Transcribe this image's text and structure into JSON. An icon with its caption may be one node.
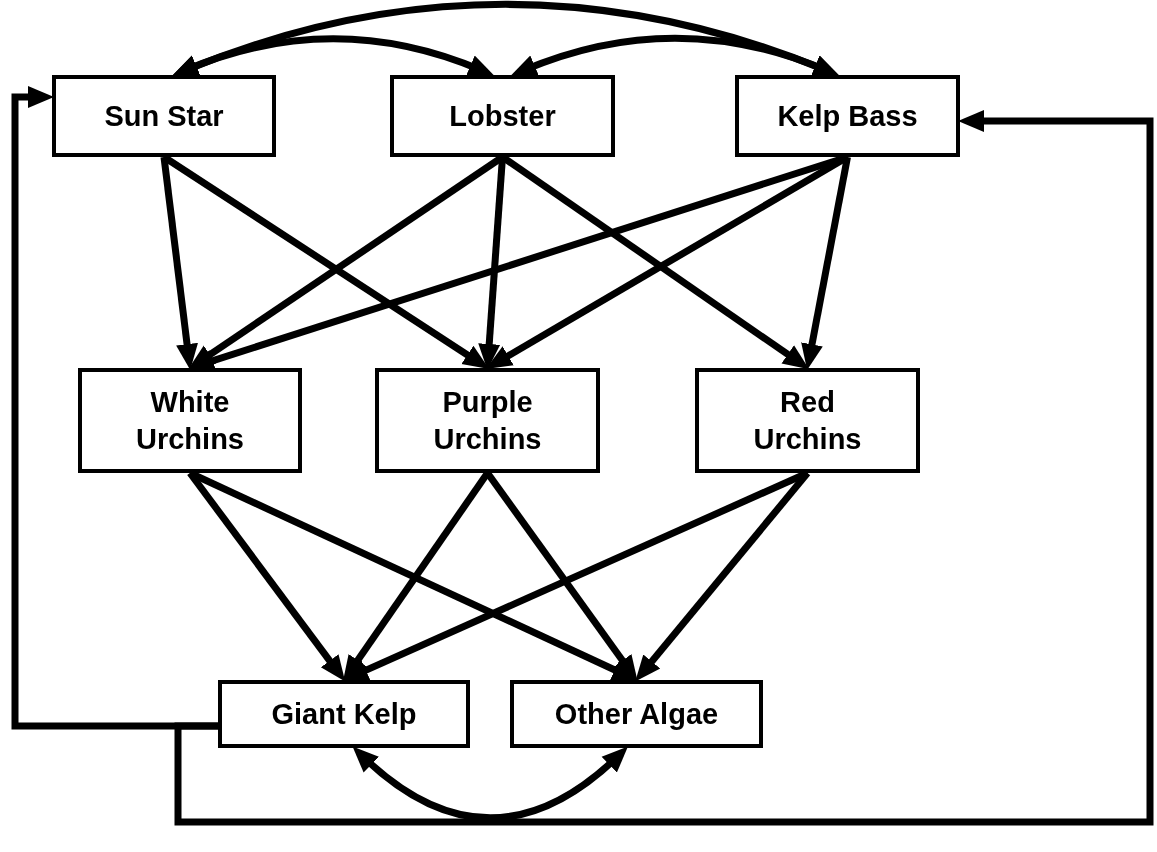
{
  "diagram": {
    "nodes": [
      {
        "text": [
          "Sun Star"
        ]
      },
      {
        "text": [
          "Lobster"
        ]
      },
      {
        "text": [
          "Kelp Bass"
        ]
      },
      {
        "text": [
          "White Urchins"
        ]
      },
      {
        "text": [
          "Purple Urchins"
        ]
      },
      {
        "text": [
          "Red Urchins"
        ]
      },
      {
        "text": [
          "Giant Kelp"
        ]
      },
      {
        "text": [
          "Other Algae"
        ]
      }
    ],
    "edges": [
      {
        "from": 0,
        "to": 1,
        "arrow": "both"
      },
      {
        "from": 1,
        "to": 2,
        "arrow": "both"
      },
      {
        "from": 0,
        "to": 2,
        "arrow": "both"
      },
      {
        "from": 0,
        "to": 3,
        "arrow": "to"
      },
      {
        "from": 0,
        "to": 4,
        "arrow": "to"
      },
      {
        "from": 1,
        "to": 3,
        "arrow": "to"
      },
      {
        "from": 1,
        "to": 4,
        "arrow": "to"
      },
      {
        "from": 1,
        "to": 5,
        "arrow": "to"
      },
      {
        "from": 2,
        "to": 3,
        "arrow": "to"
      },
      {
        "from": 2,
        "to": 4,
        "arrow": "to"
      },
      {
        "from": 2,
        "to": 5,
        "arrow": "to"
      },
      {
        "from": 3,
        "to": 6,
        "arrow": "to"
      },
      {
        "from": 3,
        "to": 7,
        "arrow": "to"
      },
      {
        "from": 4,
        "to": 6,
        "arrow": "to"
      },
      {
        "from": 4,
        "to": 7,
        "arrow": "to"
      },
      {
        "from": 5,
        "to": 6,
        "arrow": "to"
      },
      {
        "from": 5,
        "to": 7,
        "arrow": "to"
      },
      {
        "from": 6,
        "to": 7,
        "arrow": "both"
      },
      {
        "from": 6,
        "to": 0,
        "arrow": "to"
      },
      {
        "from": 6,
        "to": 2,
        "arrow": "to"
      }
    ]
  }
}
